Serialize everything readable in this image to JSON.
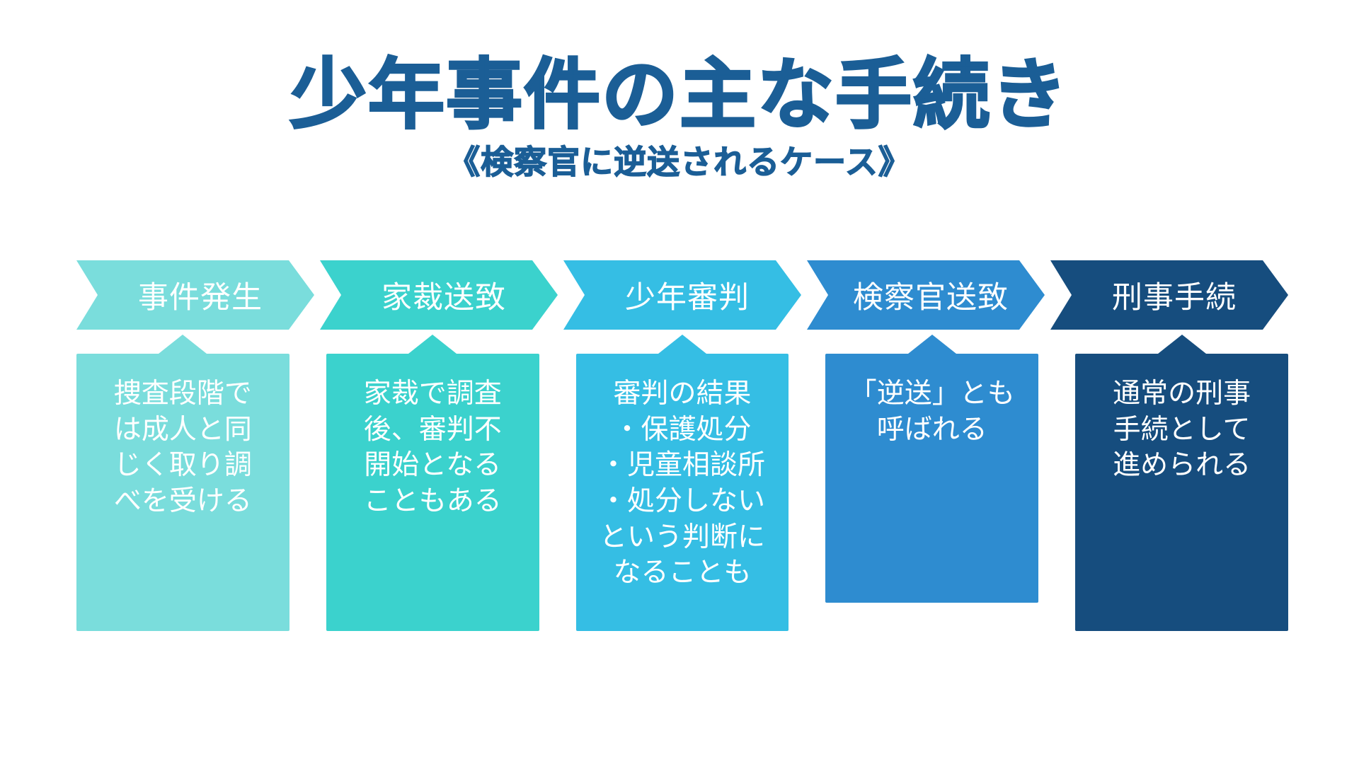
{
  "header": {
    "title": "少年事件の主な手続き",
    "subtitle": "《検察官に逆送されるケース》",
    "title_color": "#1B5E96"
  },
  "flow": {
    "steps": [
      {
        "label": "事件発生",
        "color": "#7ADDDC"
      },
      {
        "label": "家裁送致",
        "color": "#3BD2CD"
      },
      {
        "label": "少年審判",
        "color": "#35BEE4"
      },
      {
        "label": "検察官送致",
        "color": "#2E8CD0"
      },
      {
        "label": "刑事手続",
        "color": "#164D7E"
      }
    ]
  },
  "details": {
    "cards": [
      {
        "text": "捜査段階で\nは成人と同\nじく取り調\nべを受ける",
        "color": "#7ADDDC"
      },
      {
        "text": "家裁で調査\n後、審判不\n開始となる\nこともある",
        "color": "#3BD2CD"
      },
      {
        "text": "審判の結果\n・保護処分\n・児童相談所\n・処分しない\nという判断に\nなることも",
        "color": "#35BEE4"
      },
      {
        "text": "「逆送」とも\n呼ばれる",
        "color": "#2E8CD0"
      },
      {
        "text": "通常の刑事\n手続として\n進められる",
        "color": "#164D7E"
      }
    ]
  }
}
